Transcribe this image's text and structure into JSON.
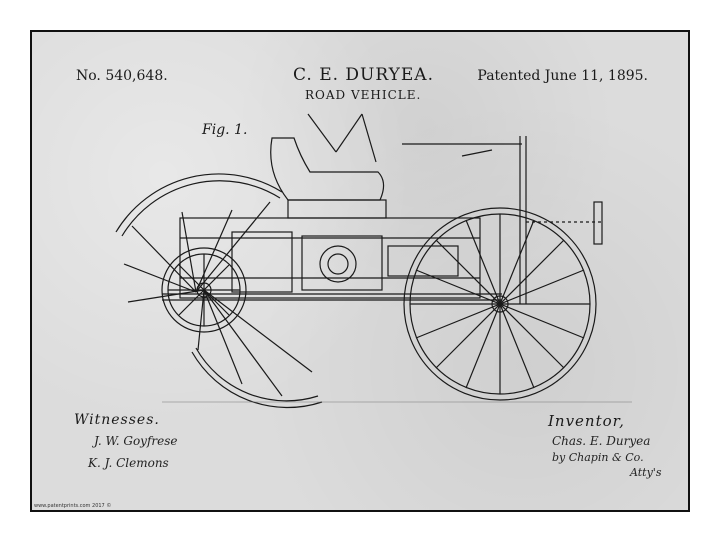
{
  "patent": {
    "number": "No. 540,648.",
    "inventor_name": "C. E. DURYEA.",
    "title": "ROAD VEHICLE.",
    "date": "Patented June 11, 1895.",
    "figure": "Fig. 1."
  },
  "witnesses": {
    "heading": "Witnesses.",
    "signatures": [
      "J. W. Goyfrese",
      "K. J. Clemons"
    ]
  },
  "inventor": {
    "heading": "Inventor,",
    "signature": "Chas. E. Duryea",
    "by_line": "by Chapin & Co.",
    "attys": "Atty's"
  },
  "footer": {
    "credit": "www.patentprints.com 2017 ©"
  },
  "colors": {
    "paper": "#dcdcdc",
    "ink": "#1a1a1a",
    "border": "#111111"
  }
}
